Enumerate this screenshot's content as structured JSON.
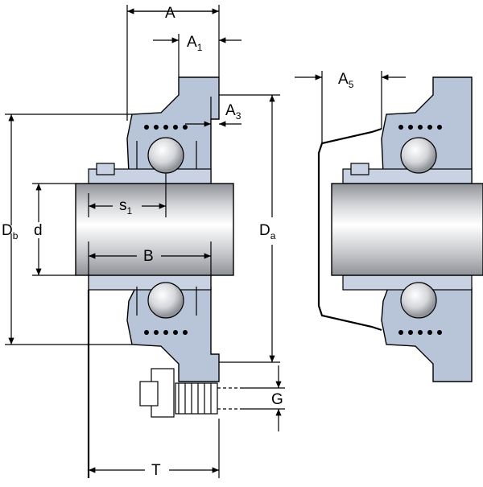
{
  "labels": {
    "A": {
      "main": "A",
      "sub": ""
    },
    "A1": {
      "main": "A",
      "sub": "1"
    },
    "A3": {
      "main": "A",
      "sub": "3"
    },
    "A5": {
      "main": "A",
      "sub": "5"
    },
    "Db": {
      "main": "D",
      "sub": "b"
    },
    "d": {
      "main": "d",
      "sub": ""
    },
    "s1": {
      "main": "s",
      "sub": "1"
    },
    "B": {
      "main": "B",
      "sub": ""
    },
    "Da": {
      "main": "D",
      "sub": "a"
    },
    "G": {
      "main": "G",
      "sub": ""
    },
    "T": {
      "main": "T",
      "sub": ""
    }
  },
  "colors": {
    "housing": "#b8c4d8",
    "ring": "#c9d2e3",
    "shaft_light": "#ffffff",
    "shaft_dark": "#a9acb2",
    "line": "#000000"
  }
}
